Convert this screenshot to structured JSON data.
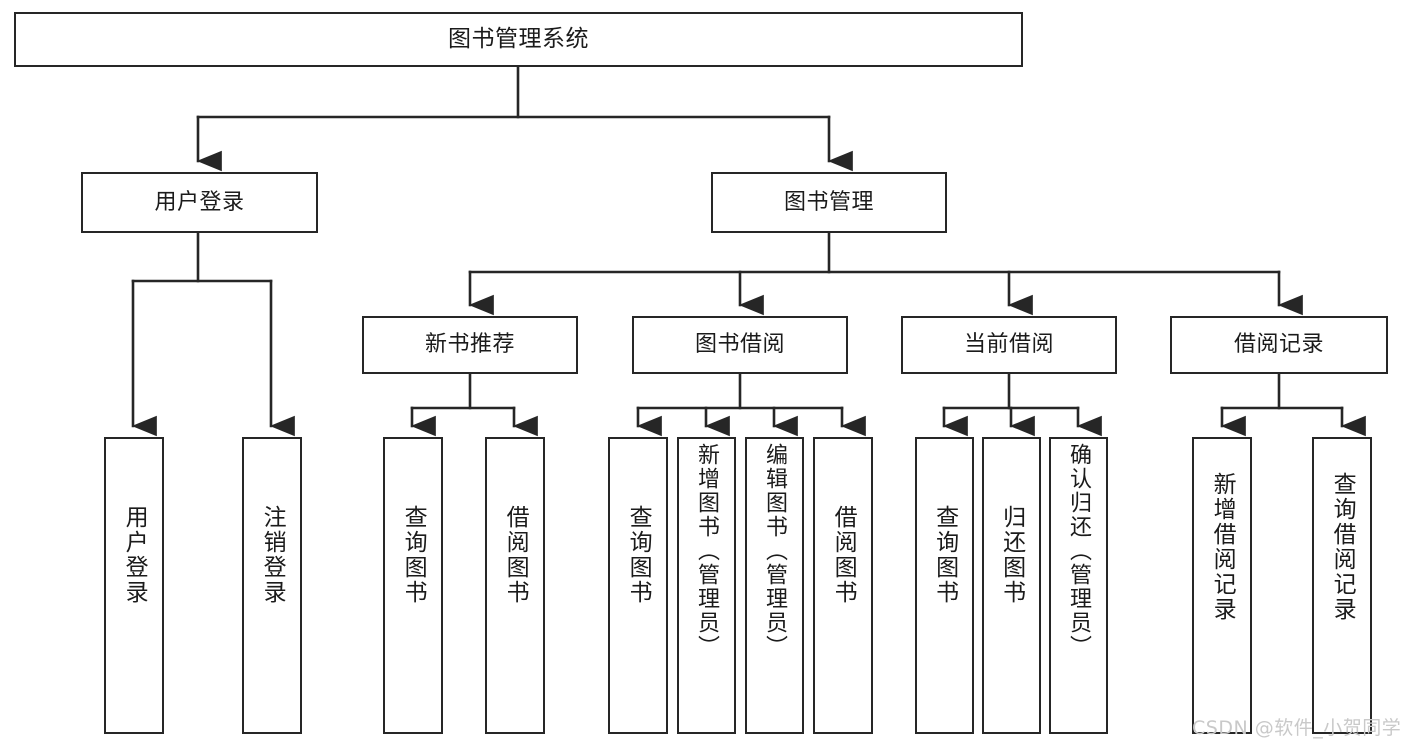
{
  "diagram": {
    "title": "图书管理系统",
    "type": "tree-hierarchy-chart",
    "stroke_color": "#262626",
    "fill_color": "#ffffff",
    "text_color": "#1b1b1b"
  },
  "nodes": {
    "root": {
      "label": "图书管理系统"
    },
    "level1": [
      {
        "id": "user-login",
        "label": "用户登录"
      },
      {
        "id": "book-manage",
        "label": "图书管理"
      }
    ],
    "level2": [
      {
        "id": "new-book-recommend",
        "label": "新书推荐"
      },
      {
        "id": "book-borrow",
        "label": "图书借阅"
      },
      {
        "id": "current-borrow",
        "label": "当前借阅"
      },
      {
        "id": "borrow-record",
        "label": "借阅记录"
      }
    ],
    "leaves": {
      "user_login": [
        {
          "id": "leaf-user-login",
          "label": "用户登录"
        },
        {
          "id": "leaf-logout",
          "label": "注销登录"
        }
      ],
      "new_book_recommend": [
        {
          "id": "leaf-query-book-1",
          "label": "查询图书"
        },
        {
          "id": "leaf-borrow-book-1",
          "label": "借阅图书"
        }
      ],
      "book_borrow": [
        {
          "id": "leaf-query-book-2",
          "label": "查询图书"
        },
        {
          "id": "leaf-add-book",
          "label": "新增图书（管理员）"
        },
        {
          "id": "leaf-edit-book",
          "label": "编辑图书（管理员）"
        },
        {
          "id": "leaf-borrow-book-2",
          "label": "借阅图书"
        }
      ],
      "current_borrow": [
        {
          "id": "leaf-query-book-3",
          "label": "查询图书"
        },
        {
          "id": "leaf-return-book",
          "label": "归还图书"
        },
        {
          "id": "leaf-confirm-return",
          "label": "确认归还（管理员）"
        }
      ],
      "borrow_record": [
        {
          "id": "leaf-add-record",
          "label": "新增借阅记录"
        },
        {
          "id": "leaf-query-record",
          "label": "查询借阅记录"
        }
      ]
    }
  },
  "watermark": {
    "text": "CSDN @软件_小贺同学"
  }
}
